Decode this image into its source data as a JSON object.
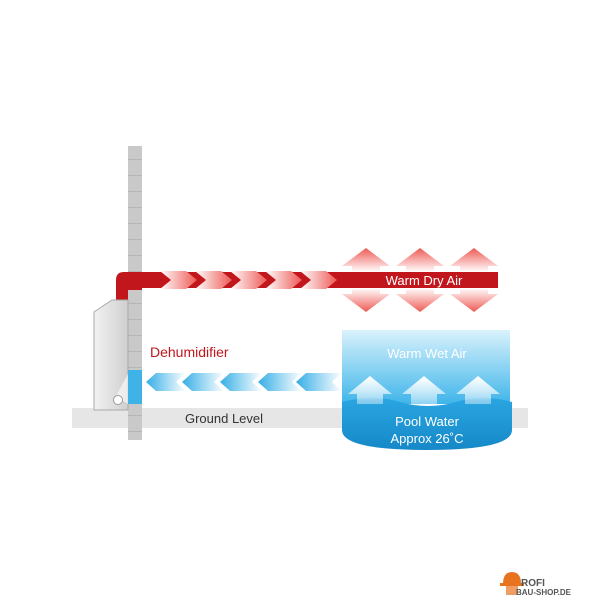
{
  "labels": {
    "warm_dry_air": "Warm Dry Air",
    "dehumidifier": "Dehumidifier",
    "warm_wet_air": "Warm Wet Air",
    "ground_level": "Ground Level",
    "pool_water_line1": "Pool Water",
    "pool_water_line2": "Approx 26˚C"
  },
  "watermark": {
    "line1": "ROFI",
    "line2": "BAU-SHOP.DE"
  },
  "colors": {
    "dry_air_red": "#c0161c",
    "wet_air_blue": "#29a8e0",
    "pool_blue": "#1f9ad6",
    "ground_gray": "#e6e6e6",
    "wall_gray": "#c9c9c9",
    "label_red": "#c0161c",
    "brand_orange": "#e8731f"
  }
}
